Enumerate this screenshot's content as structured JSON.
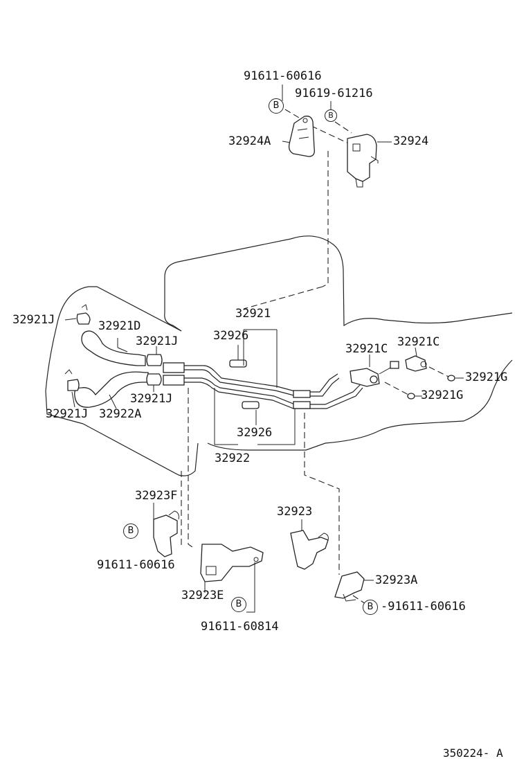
{
  "labels": {
    "p_91611_60616_top": "91611-60616",
    "p_91619_61216": "91619-61216",
    "p_32924A": "32924A",
    "p_32924": "32924",
    "p_32921": "32921",
    "p_32921J_a": "32921J",
    "p_32921D": "32921D",
    "p_32921J_b": "32921J",
    "p_32926_a": "32926",
    "p_32921C_a": "32921C",
    "p_32921C_b": "32921C",
    "p_32921G_a": "32921G",
    "p_32921J_c": "32921J",
    "p_32921G_b": "32921G",
    "p_32921J_d": "32921J",
    "p_32922A": "32922A",
    "p_32926_b": "32926",
    "p_32922": "32922",
    "p_32923F": "32923F",
    "p_32923": "32923",
    "p_91611_60616_left": "91611-60616",
    "p_32923A": "32923A",
    "p_32923E": "32923E",
    "p_91611_60616_right": "-91611-60616",
    "p_91611_60814": "91611-60814"
  },
  "bolt_marker": "B",
  "diagram_code": "350224- A"
}
